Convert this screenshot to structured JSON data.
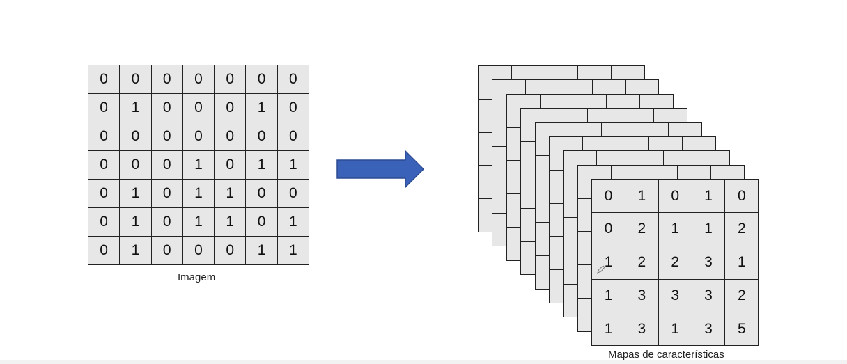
{
  "image": {
    "caption": "Imagem",
    "grid": [
      [
        "0",
        "0",
        "0",
        "0",
        "0",
        "0",
        "0"
      ],
      [
        "0",
        "1",
        "0",
        "0",
        "0",
        "1",
        "0"
      ],
      [
        "0",
        "0",
        "0",
        "0",
        "0",
        "0",
        "0"
      ],
      [
        "0",
        "0",
        "0",
        "1",
        "0",
        "1",
        "1"
      ],
      [
        "0",
        "1",
        "0",
        "1",
        "1",
        "0",
        "0"
      ],
      [
        "0",
        "1",
        "0",
        "1",
        "1",
        "0",
        "1"
      ],
      [
        "0",
        "1",
        "0",
        "0",
        "0",
        "1",
        "1"
      ]
    ]
  },
  "arrow": {
    "color": "#3a62b8",
    "border_color": "#2c4b93"
  },
  "feature_maps": {
    "caption": "Mapas de características",
    "front_grid": [
      [
        "0",
        "1",
        "0",
        "1",
        "0"
      ],
      [
        "0",
        "2",
        "1",
        "1",
        "2"
      ],
      [
        "1",
        "2",
        "2",
        "3",
        "1"
      ],
      [
        "1",
        "3",
        "3",
        "3",
        "2"
      ],
      [
        "1",
        "3",
        "1",
        "3",
        "5"
      ]
    ]
  },
  "colors": {
    "cell_fill": "#e7e7e7",
    "border": "#222222"
  }
}
